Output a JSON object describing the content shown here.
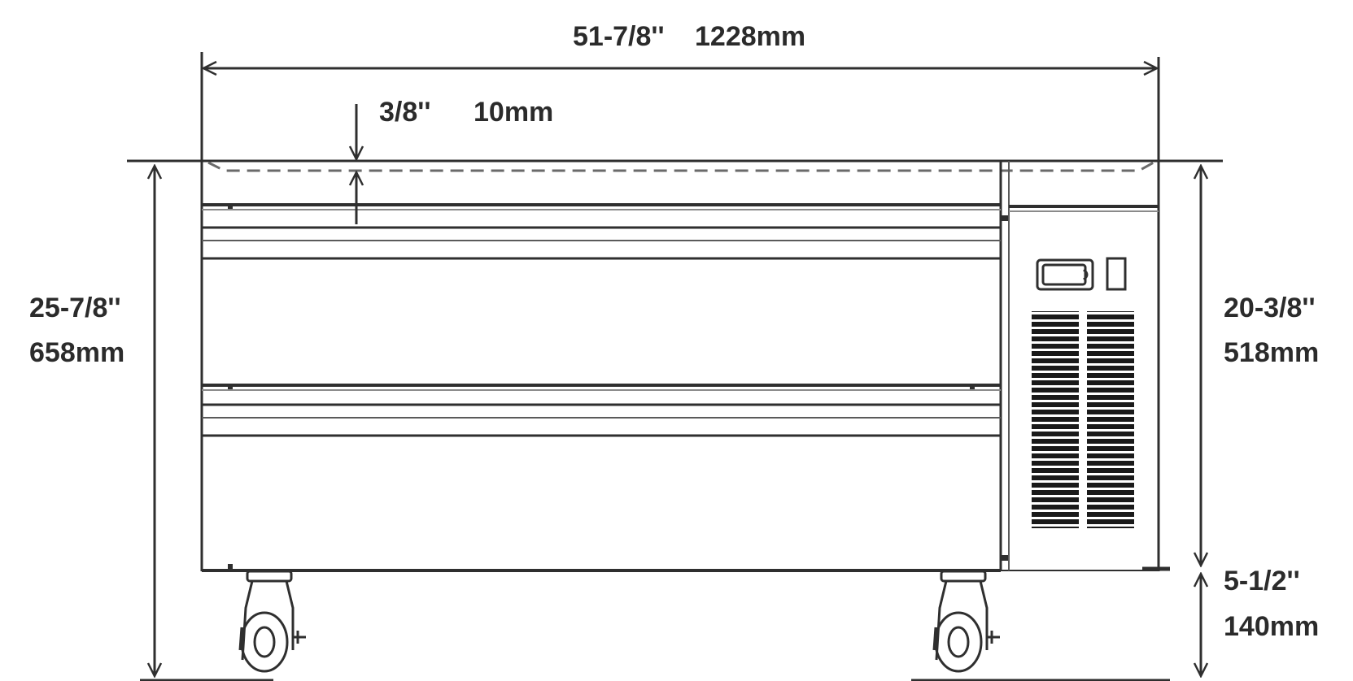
{
  "dimensions": {
    "overall_width": {
      "imperial": "51-7/8''",
      "metric": "1228mm"
    },
    "top_lip": {
      "imperial": "3/8''",
      "metric": "10mm"
    },
    "overall_height": {
      "imperial": "25-7/8''",
      "metric": "658mm"
    },
    "cabinet_height": {
      "imperial": "20-3/8''",
      "metric": "518mm"
    },
    "caster_height": {
      "imperial": "5-1/2''",
      "metric": "140mm"
    }
  },
  "colors": {
    "line": "#2f2f2f",
    "line_mid": "#5a5a5a",
    "vent": "#1a1a1a",
    "text": "#2b2b2b"
  },
  "components": {
    "drawer_count": 2,
    "caster_count": 2,
    "control_panel_icon": "display-and-switch-icon",
    "vent_icon": "louvered-vent-icon"
  }
}
